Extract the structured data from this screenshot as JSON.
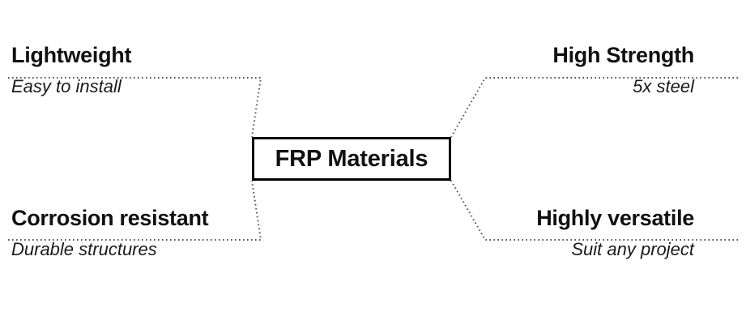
{
  "diagram": {
    "center": {
      "label": "FRP Materials"
    },
    "branches": [
      {
        "position": "top-left",
        "heading": "Lightweight",
        "subtext": "Easy to install"
      },
      {
        "position": "top-right",
        "heading": "High Strength",
        "subtext": "5x steel"
      },
      {
        "position": "bottom-left",
        "heading": "Corrosion resistant",
        "subtext": "Durable structures"
      },
      {
        "position": "bottom-right",
        "heading": "Highly versatile",
        "subtext": "Suit any project"
      }
    ],
    "colors": {
      "background": "#ffffff",
      "text": "#111111",
      "border": "#000000",
      "connector": "#555555"
    },
    "connectors": {
      "style": "dotted",
      "paths": [
        "M10,96 L322,96 L311,169",
        "M911,96 L599,96 L557,169",
        "M10,296 L322,296 L311,223",
        "M911,296 L599,296 L557,223"
      ]
    }
  }
}
